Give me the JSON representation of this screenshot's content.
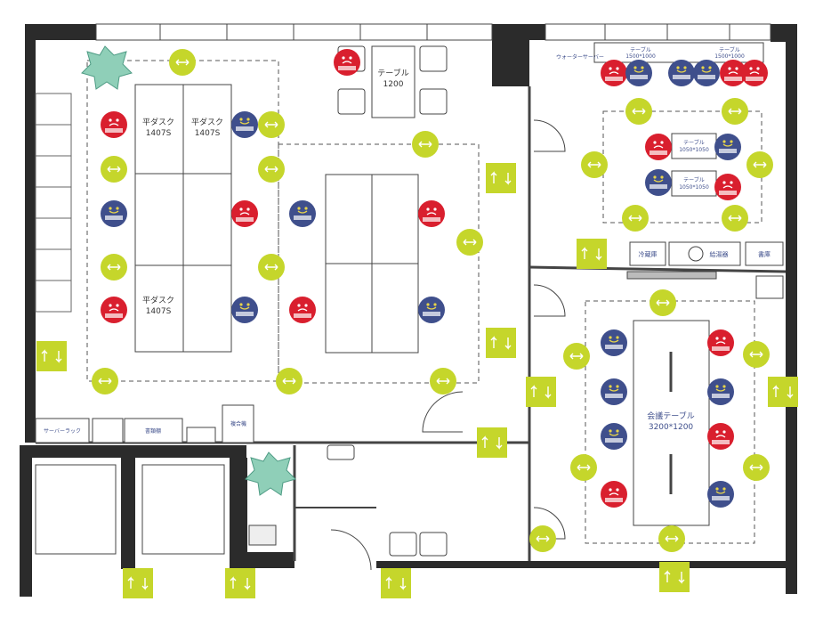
{
  "colors": {
    "wall": "#2b2b2b",
    "lime": "#c5d62b",
    "red": "#d91f2e",
    "navy": "#3f4f8c",
    "plant": "#8fcfb8",
    "dash": "#555555",
    "line": "#444444"
  },
  "labels": {
    "desk_left": "平ダスク\n1407S",
    "desk_right": "平ダスク\n1407S",
    "table_top": "テーブル\n1200",
    "meeting_table": "会議テーブル\n3200*1200",
    "lounge_table_a": "テーブル\n1050*1050",
    "lounge_table_b": "テーブル\n1050*1050",
    "fridge": "冷蔵庫",
    "sink_unit": "給湯器",
    "water_server": "ウォーターサーバー",
    "cabinet_a": "書庫",
    "storage_left": "サーバーラック",
    "storage_mid": "書類棚",
    "copier": "複合機",
    "top_shelf_a": "テーブル\n1500*1000",
    "top_shelf_b": "テーブル\n1500*1000"
  },
  "icons": {
    "red_marker": "sad-face-icon",
    "navy_marker": "smiley-face-icon",
    "lime_marker": "distance-arrow-icon",
    "plant": "plant-icon",
    "door": "door-swing-icon"
  }
}
